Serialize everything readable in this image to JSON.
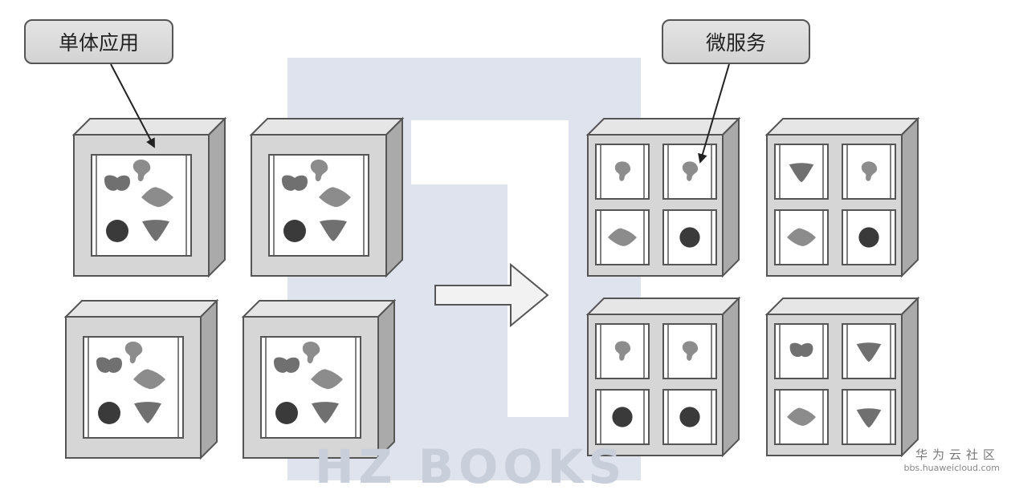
{
  "labels": {
    "monolith": "单体应用",
    "microservices": "微服务"
  },
  "watermark": {
    "site_cn": "华为云社区",
    "url": "bbs.huaweicloud.com"
  },
  "background_text": "HZ BOOKS",
  "colors": {
    "box_face": "#d6d6d6",
    "box_top": "#e6e6e6",
    "box_side": "#aaaaaa",
    "outline": "#555555",
    "inner_white": "#ffffff",
    "shape_dark": "#3a3a3a",
    "shape_mid": "#707070",
    "shape_light": "#8c8c8c",
    "watermark_band": "#dfe3ee"
  },
  "diagram": {
    "monolith_boxes": [
      {
        "shapes": [
          "blob-icon",
          "peanut-icon",
          "diamond-icon",
          "circle-icon",
          "triangle-icon"
        ]
      },
      {
        "shapes": [
          "blob-icon",
          "peanut-icon",
          "diamond-icon",
          "circle-icon",
          "triangle-icon"
        ]
      },
      {
        "shapes": [
          "blob-icon",
          "peanut-icon",
          "diamond-icon",
          "circle-icon",
          "triangle-icon"
        ]
      },
      {
        "shapes": [
          "blob-icon",
          "peanut-icon",
          "diamond-icon",
          "circle-icon",
          "triangle-icon"
        ]
      }
    ],
    "microservice_boxes": [
      {
        "cells": [
          "blob-icon",
          "blob-icon",
          "diamond-icon",
          "circle-icon"
        ]
      },
      {
        "cells": [
          "triangle-icon",
          "blob-icon",
          "diamond-icon",
          "circle-icon"
        ]
      },
      {
        "cells": [
          "blob-icon",
          "blob-icon",
          "circle-icon",
          "circle-icon"
        ]
      },
      {
        "cells": [
          "peanut-icon",
          "triangle-icon",
          "diamond-icon",
          "triangle-icon"
        ]
      }
    ]
  }
}
